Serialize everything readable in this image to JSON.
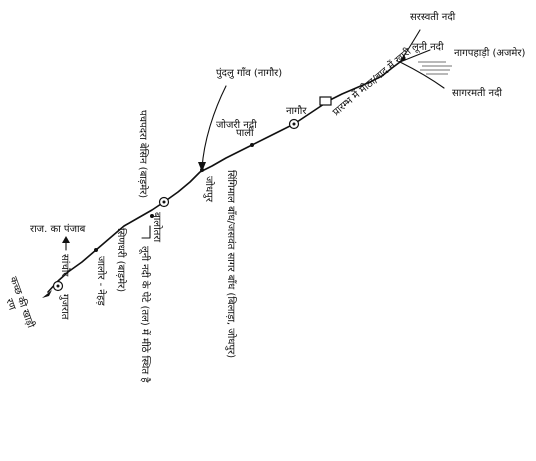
{
  "labels": {
    "saraswati": "सरस्वती नदी",
    "luni": "लूनी नदी",
    "nagpahadi": "नागपहाड़ी (अजमेर)",
    "sagarmati": "सागरमती नदी",
    "pundlu": "पुंदलु गाँव (नागौर)",
    "jojri": "जोजरी नदी",
    "nagaur": "नागौर",
    "pali": "पाली",
    "balotra": "बालोतरा",
    "jodhpur": "जोधपुर",
    "pachpadra": "पचपदरा बेसिन (बाड़मेर)",
    "sindhi": "सिणधरी (बाड़मेर)",
    "gujarat": "गुजरात",
    "rann": "कच्छ की खाड़ी",
    "rann2": "रण",
    "sanchore": "सांचौर",
    "jalore": "जालोर - नेहड़",
    "raj_punjab": "राज. का पंजाब",
    "jaswantsagar": "सिंगिमाल बाँध/जसवंत सागर बाँध (बिलाड़ा, जोधपुर)",
    "luni_note": "लूनी नदी के पेटे (तल) में मीठे स्थित है",
    "salt_note": "प्रारम्भ में मीठा/बाद में खारी"
  },
  "icons": {
    "arrow": "arrow-head",
    "node": "circled-dot",
    "dam": "rectangle"
  }
}
